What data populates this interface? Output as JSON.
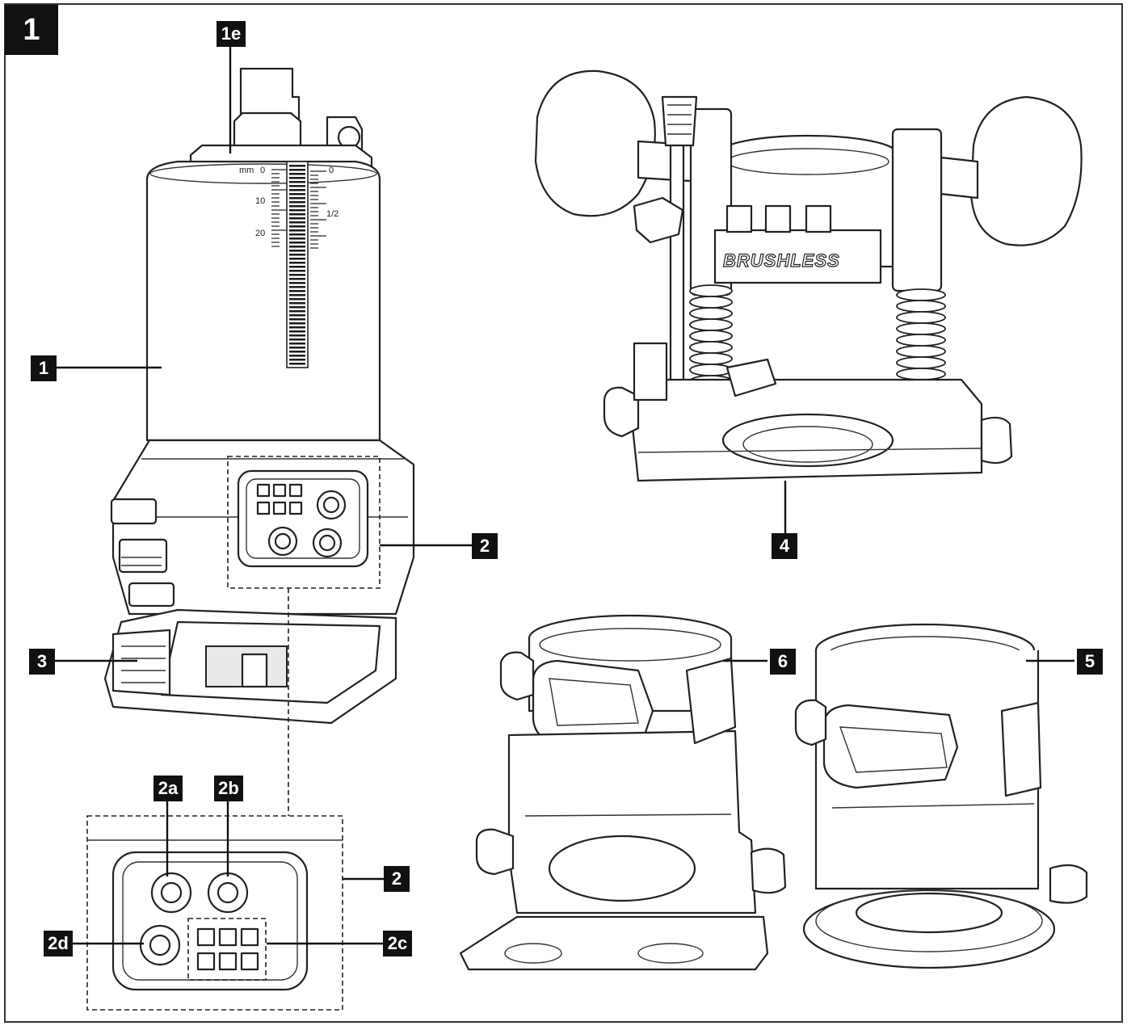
{
  "figure": {
    "number": "1",
    "labels": {
      "l1e": "1e",
      "l1": "1",
      "l2": "2",
      "l3": "3",
      "l4": "4",
      "l5": "5",
      "l6": "6",
      "l2a": "2a",
      "l2b": "2b",
      "l2c": "2c",
      "l2d": "2d",
      "l2detail": "2"
    },
    "embossed_text": "BRUSHLESS",
    "scale_marks": {
      "left_unit": "mm",
      "left_values": [
        "0",
        "10",
        "20"
      ],
      "right_values": [
        "0",
        "1/2"
      ]
    }
  },
  "colors": {
    "outline": "#222222",
    "label_bg": "#111111",
    "label_text": "#ffffff",
    "fill_light": "#e9e9e9"
  }
}
